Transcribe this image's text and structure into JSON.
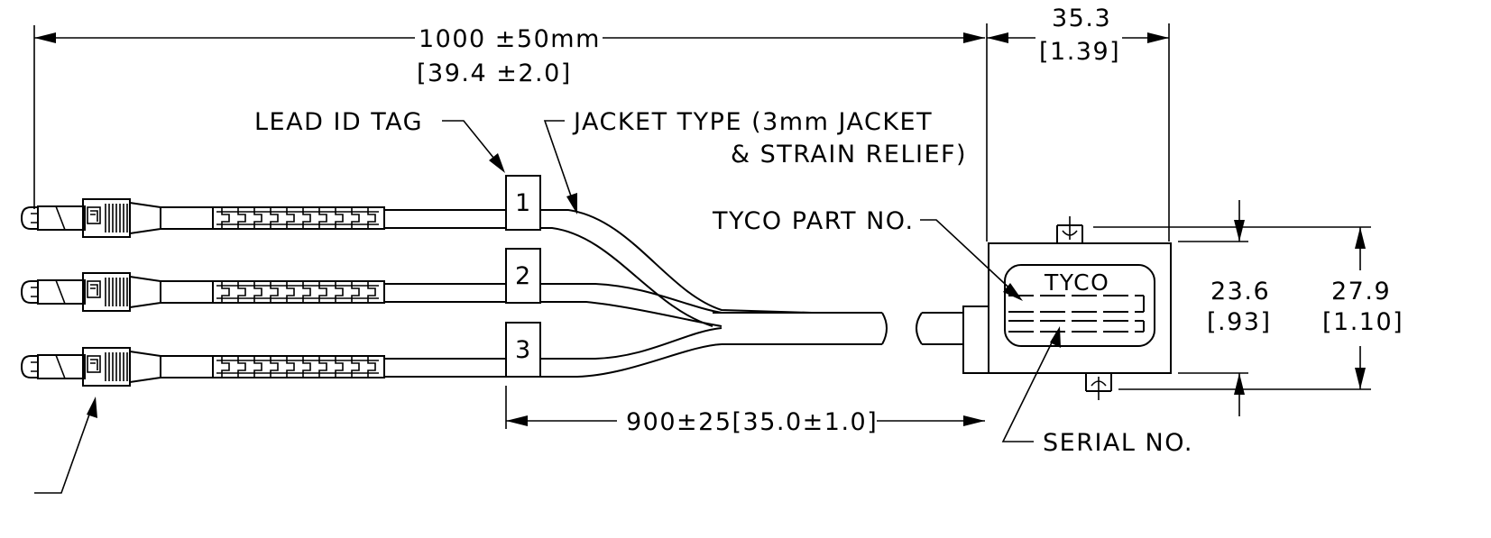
{
  "dimensions": {
    "overall_length": "1000 ±50mm",
    "overall_length_in": "[39.4 ±2.0]",
    "body_width": "35.3",
    "body_width_in": "[1.39]",
    "breakout_length": "900±25[35.0±1.0]",
    "inner_height": "23.6",
    "inner_height_in": "[.93]",
    "outer_height": "27.9",
    "outer_height_in": "[1.10]"
  },
  "callouts": {
    "lead_id_tag": "LEAD ID TAG",
    "jacket_type_line1": "JACKET TYPE (3mm JACKET",
    "jacket_type_line2": "& STRAIN RELIEF)",
    "tyco_part_no": "TYCO PART NO.",
    "serial_no": "SERIAL NO."
  },
  "label_box": {
    "brand": "TYCO"
  },
  "leads": [
    {
      "tag": "1"
    },
    {
      "tag": "2"
    },
    {
      "tag": "3"
    }
  ]
}
